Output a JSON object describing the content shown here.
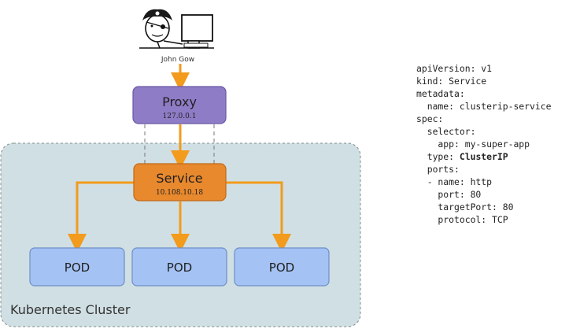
{
  "user": {
    "name": "John Gow"
  },
  "proxy": {
    "title": "Proxy",
    "ip": "127.0.0.1"
  },
  "service": {
    "title": "Service",
    "ip": "10.108.10.18"
  },
  "pods": [
    "POD",
    "POD",
    "POD"
  ],
  "cluster": {
    "label": "Kubernetes Cluster"
  },
  "yaml": {
    "apiVersion": "apiVersion: v1",
    "kind": "kind: Service",
    "metadata": "metadata:",
    "name": "  name: clusterip-service",
    "spec": "spec:",
    "selector": "  selector:",
    "app": "    app: my-super-app",
    "type_key": "  type: ",
    "type_value": "ClusterIP",
    "ports": "  ports:",
    "port_name": "  - name: http",
    "port": "    port: 80",
    "targetPort": "    targetPort: 80",
    "protocol": "    protocol: TCP"
  },
  "colors": {
    "arrow": "#f29b1d",
    "proxy": "#8f7cc6",
    "service": "#e8892e",
    "pod": "#a4c2f4",
    "cluster": "#d0dfe3"
  }
}
